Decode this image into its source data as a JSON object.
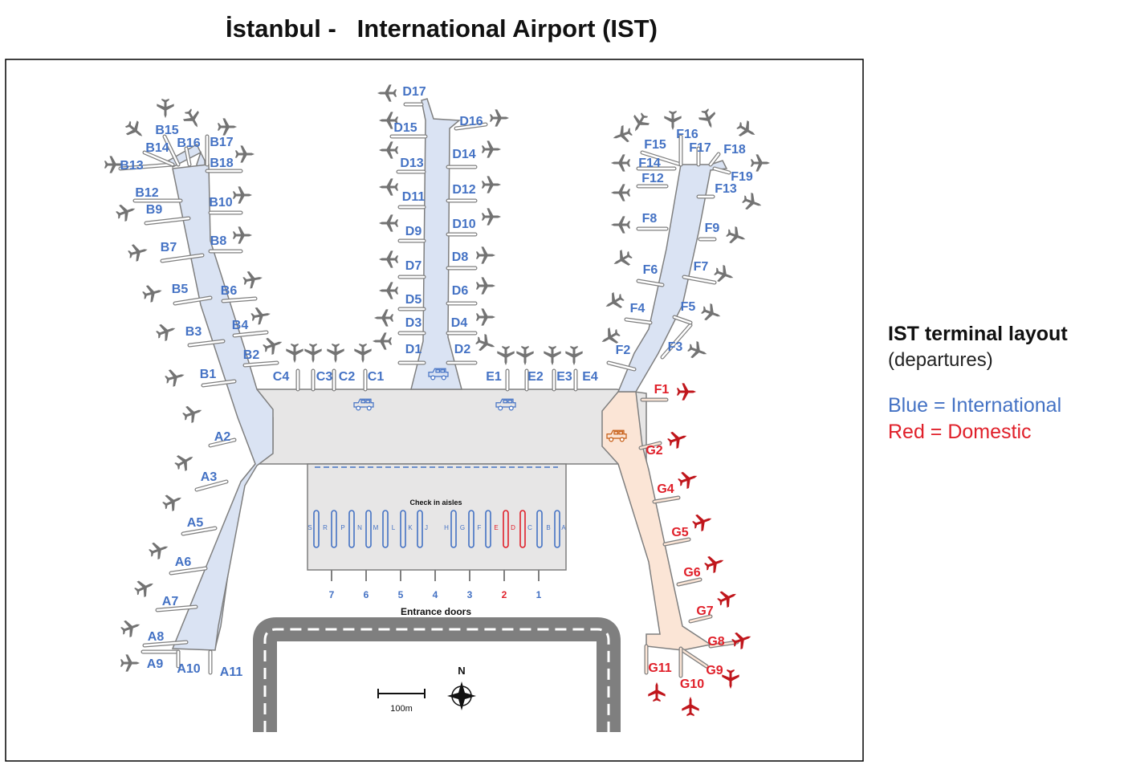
{
  "title": "İstanbul -   International Airport (IST)",
  "legend": {
    "heading": "IST terminal layout",
    "subheading": "(departures)",
    "blue": "Blue = International",
    "red": "Red = Domestic"
  },
  "colors": {
    "international": "#4472c4",
    "domestic": "#e0202a",
    "domestic_plane": "#c0161c",
    "plane": "#737373",
    "pier_international": "#dae3f3",
    "pier_domestic": "#fbe5d6",
    "terminal": "#e7e6e6",
    "outline": "#7f7f7f",
    "road": "#7f7f7f"
  },
  "labels": {
    "checkin": "Check in aisles",
    "entrance": "Entrance doors",
    "north": "N",
    "scale": "100m"
  },
  "gates": {
    "A": [
      "A2",
      "A3",
      "A5",
      "A6",
      "A7",
      "A8",
      "A9",
      "A10",
      "A11"
    ],
    "B": [
      "B1",
      "B2",
      "B3",
      "B4",
      "B5",
      "B6",
      "B7",
      "B8",
      "B9",
      "B10",
      "B12",
      "B13",
      "B14",
      "B15",
      "B16",
      "B17",
      "B18"
    ],
    "C": [
      "C4",
      "C3",
      "C2",
      "C1"
    ],
    "D": [
      "D1",
      "D2",
      "D3",
      "D4",
      "D5",
      "D6",
      "D7",
      "D8",
      "D9",
      "D10",
      "D11",
      "D12",
      "D13",
      "D14",
      "D15",
      "D16",
      "D17"
    ],
    "E": [
      "E1",
      "E2",
      "E3",
      "E4"
    ],
    "F": [
      "F1",
      "F2",
      "F3",
      "F4",
      "F5",
      "F6",
      "F7",
      "F8",
      "F9",
      "F12",
      "F13",
      "F14",
      "F15",
      "F16",
      "F17",
      "F18",
      "F19"
    ],
    "G": [
      "G2",
      "G4",
      "G5",
      "G6",
      "G7",
      "G8",
      "G9",
      "G10",
      "G11"
    ]
  },
  "checkin_aisles": [
    "S",
    "R",
    "P",
    "N",
    "M",
    "L",
    "K",
    "J",
    "H",
    "G",
    "F",
    "E",
    "D",
    "C",
    "B",
    "A"
  ],
  "domestic_aisles": [
    "E",
    "D"
  ],
  "doors": [
    "7",
    "6",
    "5",
    "4",
    "3",
    "2",
    "1"
  ],
  "domestic_doors": [
    "2"
  ]
}
